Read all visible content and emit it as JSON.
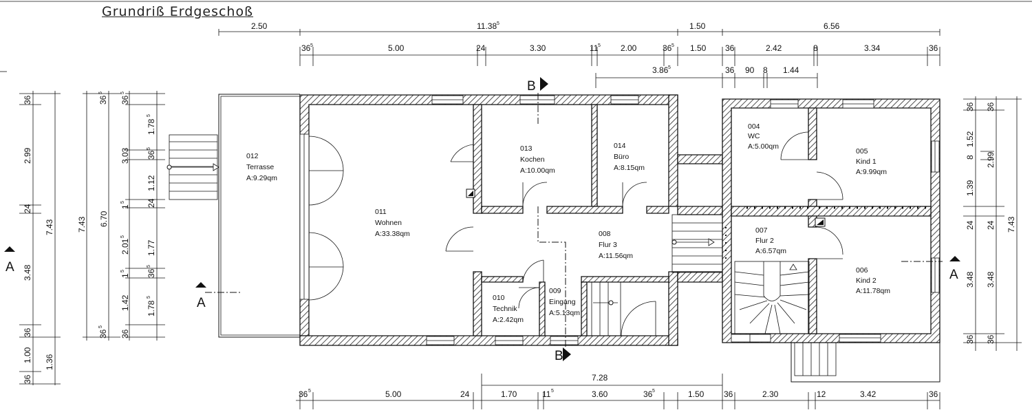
{
  "title": "Grundriß Erdgeschoß",
  "rooms": [
    {
      "id": "004",
      "name": "WC",
      "area": "A:5.00qm"
    },
    {
      "id": "005",
      "name": "Kind 1",
      "area": "A:9.99qm"
    },
    {
      "id": "006",
      "name": "Kind 2",
      "area": "A:11.78qm"
    },
    {
      "id": "007",
      "name": "Flur 2",
      "area": "A:6.57qm"
    },
    {
      "id": "008",
      "name": "Flur 3",
      "area": "A:11.56qm"
    },
    {
      "id": "009",
      "name": "Eingang",
      "area": "A:5.13qm"
    },
    {
      "id": "010",
      "name": "Technik",
      "area": "A:2.42qm"
    },
    {
      "id": "011",
      "name": "Wohnen",
      "area": "A:33.38qm"
    },
    {
      "id": "012",
      "name": "Terrasse",
      "area": "A:9.29qm"
    },
    {
      "id": "013",
      "name": "Kochen",
      "area": "A:10.00qm"
    },
    {
      "id": "014",
      "name": "Büro",
      "area": "A:8.15qm"
    }
  ],
  "sections": {
    "a_left": "A",
    "a_mid": "A",
    "a_right": "A",
    "b_top": "B",
    "b_bottom": "B"
  },
  "dims_top_row1": [
    "2.50",
    "11.38",
    "1.50",
    "6.56"
  ],
  "dims_top_row1_sup": [
    "5"
  ],
  "dims_top_row2": [
    "36",
    "5.00",
    "24",
    "3.30",
    "11",
    "2.00",
    "36",
    "1.50",
    "36",
    "2.42",
    "8",
    "3.34",
    "36"
  ],
  "dims_top_row2_sup": [
    "5",
    "5",
    "5"
  ],
  "dims_top_row3": [
    "3.86",
    "36",
    "90",
    "8",
    "1.44"
  ],
  "dims_top_row3_sup": [
    "5"
  ],
  "dims_bottom_row1": [
    "7.28"
  ],
  "dims_bottom_row2": [
    "36",
    "5.00",
    "24",
    "1.70",
    "11",
    "3.60",
    "36",
    "1.50",
    "36",
    "2.30",
    "12",
    "3.42",
    "36"
  ],
  "dims_bottom_row2_sup": [
    "5",
    "5",
    "5"
  ],
  "dims_left_outer": [
    "36",
    "2.99",
    "24",
    "7.43",
    "3.48",
    "36",
    "1.00",
    "1.36",
    "36"
  ],
  "dims_left_mid": [
    "7.43",
    "6.70",
    "36",
    "36"
  ],
  "dims_left_mid_sup": [
    "5",
    "5"
  ],
  "dims_left_inner": [
    "36",
    "1.78",
    "3.03",
    "36",
    "1.12",
    "24",
    "1",
    "2.01",
    "1.77",
    "36",
    "1",
    "1.42",
    "1.78",
    "36"
  ],
  "dims_left_inner_sup": [
    "5",
    "5",
    "5",
    "5",
    "5",
    "5",
    "5",
    "5"
  ],
  "dims_right_inner": [
    "36",
    "1.52",
    "8",
    "1.39",
    "24",
    "3.48",
    "36"
  ],
  "dims_right_mid": [
    "36",
    "2.99",
    "24",
    "3.48",
    "36"
  ],
  "dims_right_outer": [
    "7.43"
  ]
}
